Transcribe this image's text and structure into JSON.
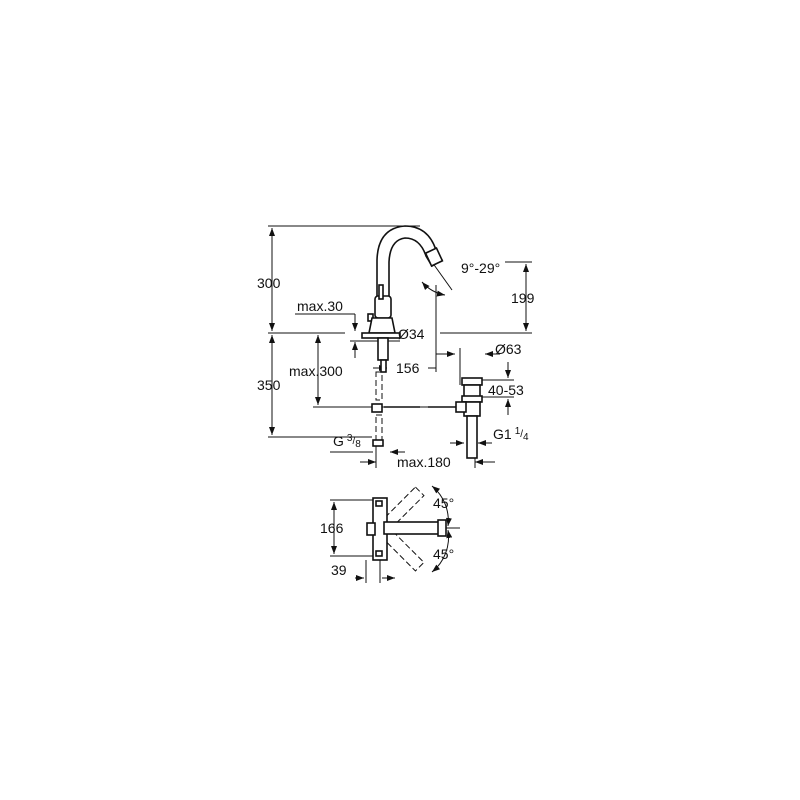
{
  "drawing": {
    "side_view": {
      "total_height_above": "300",
      "height_below": "350",
      "deck_thickness": "max.30",
      "base_diameter": "Ø34",
      "hose_length": "max.300",
      "spout_reach": "156",
      "spout_angle": "9°-29°",
      "spout_height": "199",
      "drain_diameter": "Ø63",
      "drain_range": "40-53",
      "drain_thread_main": "G1",
      "drain_thread_num": "1",
      "drain_thread_den": "4",
      "supply_thread_main": "G",
      "supply_thread_num": "3",
      "supply_thread_den": "8",
      "rod_length": "max.180"
    },
    "top_view": {
      "width": "166",
      "offset": "39",
      "angle_upper": "45°",
      "angle_lower": "45°"
    }
  }
}
